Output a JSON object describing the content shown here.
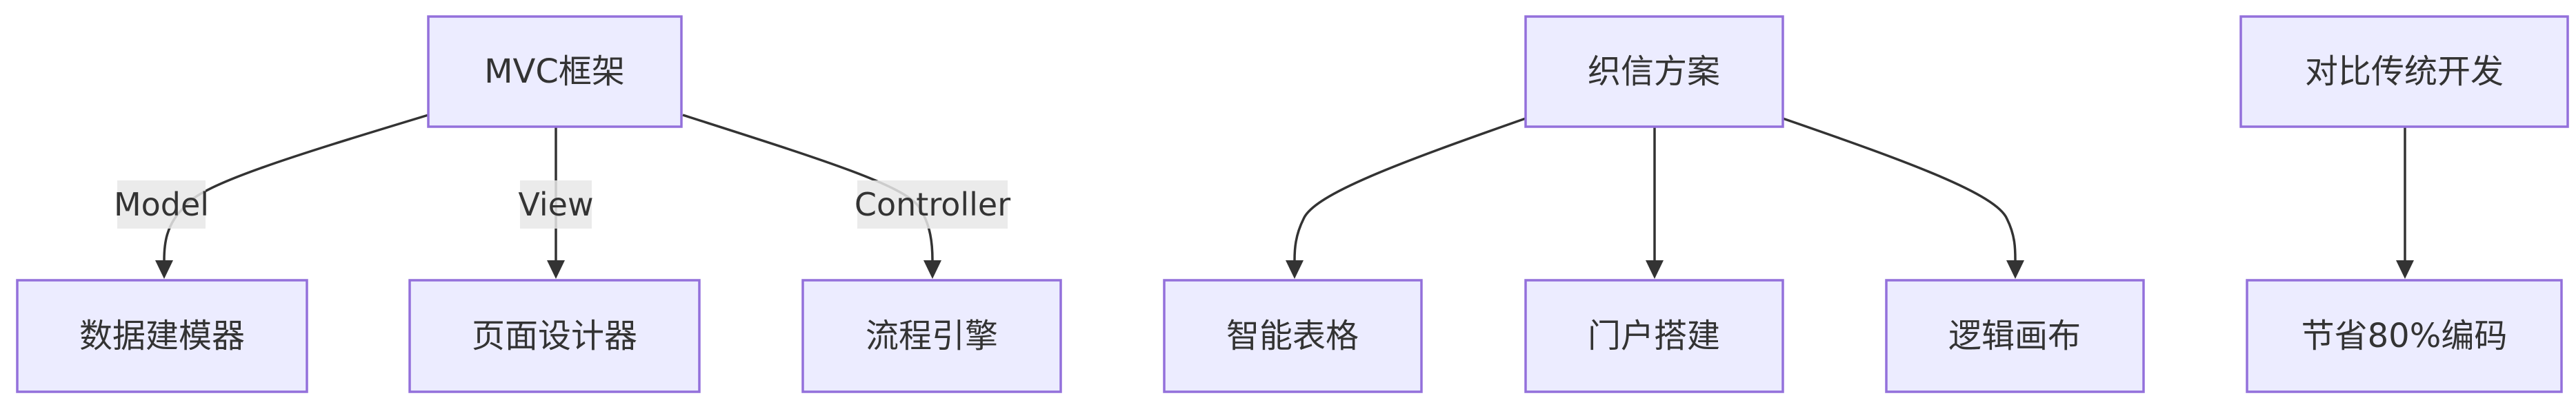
{
  "diagram": {
    "nodes": {
      "mvc": "MVC框架",
      "data_modeler": "数据建模器",
      "page_designer": "页面设计器",
      "flow_engine": "流程引擎",
      "zhixin": "织信方案",
      "smart_table": "智能表格",
      "portal": "门户搭建",
      "logic_canvas": "逻辑画布",
      "compare": "对比传统开发",
      "save_code": "节省80%编码"
    },
    "edge_labels": {
      "model": "Model",
      "view": "View",
      "controller": "Controller"
    },
    "colors": {
      "node_fill": "#ECECFF",
      "node_stroke": "#9370DB",
      "edge": "#333333",
      "label_bg": "#E8E8E8",
      "text": "#333333"
    }
  }
}
